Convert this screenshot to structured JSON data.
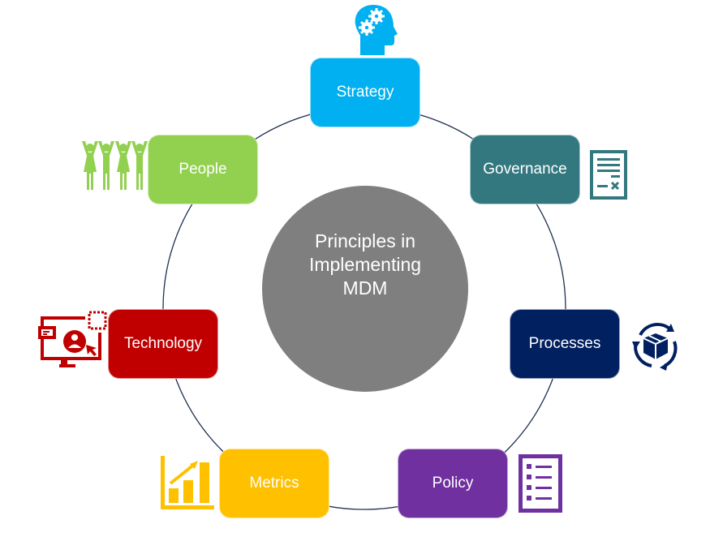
{
  "center": {
    "lines": [
      "Principles in",
      "Implementing",
      "MDM"
    ],
    "color": "#7f7f7f"
  },
  "ring_color": "#1f3050",
  "nodes": [
    {
      "label": "Strategy",
      "color": "#00b0f0",
      "icon": "head-gears-icon"
    },
    {
      "label": "Governance",
      "color": "#33787f",
      "icon": "document-icon"
    },
    {
      "label": "Processes",
      "color": "#002060",
      "icon": "cycle-package-icon"
    },
    {
      "label": "Policy",
      "color": "#7030a0",
      "icon": "checklist-icon"
    },
    {
      "label": "Metrics",
      "color": "#ffc000",
      "icon": "bar-chart-growth-icon"
    },
    {
      "label": "Technology",
      "color": "#c00000",
      "icon": "monitor-user-icon"
    },
    {
      "label": "People",
      "color": "#92d050",
      "icon": "people-group-icon"
    }
  ]
}
